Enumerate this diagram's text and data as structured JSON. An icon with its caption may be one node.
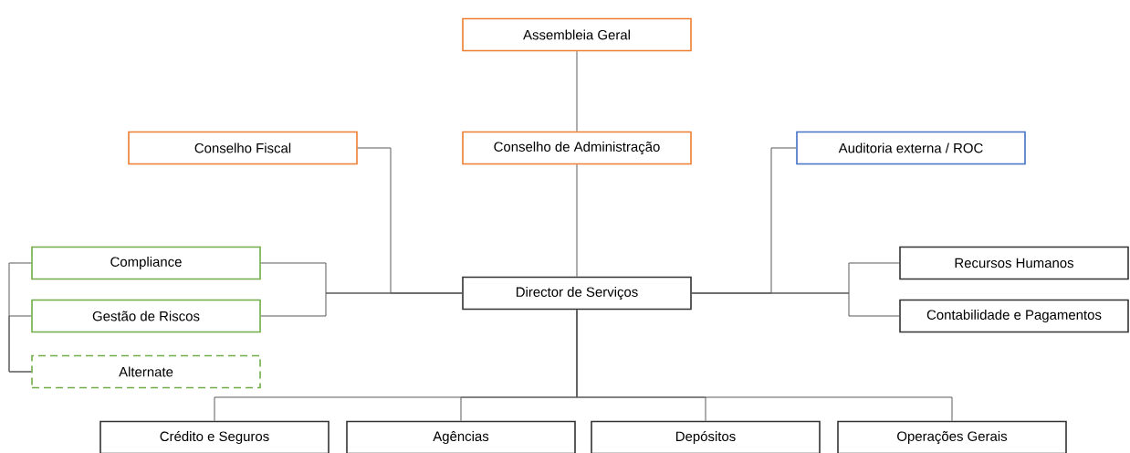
{
  "diagram": {
    "nodes": [
      {
        "text": [
          "Assembleia Geral"
        ]
      },
      {
        "text": [
          "Conselho Fiscal"
        ]
      },
      {
        "text": [
          "Conselho de Administração"
        ]
      },
      {
        "text": [
          "Auditoria externa / ROC"
        ]
      },
      {
        "text": [
          "Compliance"
        ]
      },
      {
        "text": [
          "Gestão de Riscos"
        ]
      },
      {
        "text": [
          "Alternate"
        ]
      },
      {
        "text": [
          "Director de Serviços"
        ]
      },
      {
        "text": [
          "Recursos Humanos"
        ]
      },
      {
        "text": [
          "Contabilidade e Pagamentos"
        ]
      },
      {
        "text": [
          "Crédito e Seguros"
        ]
      },
      {
        "text": [
          "Agências"
        ]
      },
      {
        "text": [
          "Depósitos"
        ]
      },
      {
        "text": [
          "Operações Gerais"
        ]
      }
    ],
    "edges": [
      {
        "from": 0,
        "to": 2,
        "arrow": "none"
      },
      {
        "from": 1,
        "to": 7,
        "arrow": "none"
      },
      {
        "from": 2,
        "to": 7,
        "arrow": "none"
      },
      {
        "from": 3,
        "to": 7,
        "arrow": "none"
      },
      {
        "from": 7,
        "to": 4,
        "arrow": "none"
      },
      {
        "from": 7,
        "to": 5,
        "arrow": "none"
      },
      {
        "from": 4,
        "to": 6,
        "arrow": "none"
      },
      {
        "from": 5,
        "to": 6,
        "arrow": "none"
      },
      {
        "from": 7,
        "to": 8,
        "arrow": "none"
      },
      {
        "from": 7,
        "to": 9,
        "arrow": "none"
      },
      {
        "from": 7,
        "to": 10,
        "arrow": "none"
      },
      {
        "from": 7,
        "to": 11,
        "arrow": "none"
      },
      {
        "from": 7,
        "to": 12,
        "arrow": "none"
      },
      {
        "from": 7,
        "to": 13,
        "arrow": "none"
      }
    ]
  }
}
